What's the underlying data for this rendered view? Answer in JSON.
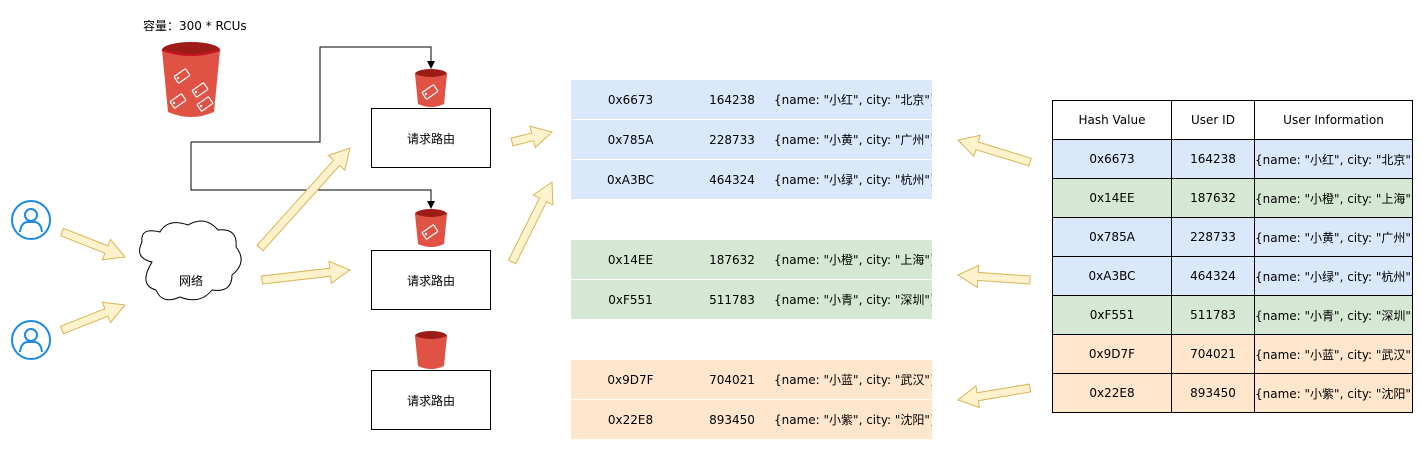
{
  "capacity_label": "容量：300 * RCUs",
  "network_label": "网络",
  "router_label": "请求路由",
  "partitions": [
    {
      "color": "#dae8fc",
      "rows": [
        [
          "0x6673",
          "164238",
          "{name: \"小红\", city: \"北京\"}"
        ],
        [
          "0x785A",
          "228733",
          "{name: \"小黄\", city: \"广州\"}"
        ],
        [
          "0xA3BC",
          "464324",
          "{name: \"小绿\", city: \"杭州\"}"
        ]
      ]
    },
    {
      "color": "#d5e8d4",
      "rows": [
        [
          "0x14EE",
          "187632",
          "{name: \"小橙\", city: \"上海\"}"
        ],
        [
          "0xF551",
          "511783",
          "{name: \"小青\", city: \"深圳\"}"
        ]
      ]
    },
    {
      "color": "#ffe6cc",
      "rows": [
        [
          "0x9D7F",
          "704021",
          "{name: \"小蓝\", city: \"武汉\"}"
        ],
        [
          "0x22E8",
          "893450",
          "{name: \"小紫\", city: \"沈阳\"}"
        ]
      ]
    }
  ],
  "table": {
    "headers": [
      "Hash Value",
      "User ID",
      "User Information"
    ],
    "rows": [
      {
        "group": "blue",
        "cells": [
          "0x6673",
          "164238",
          "{name: \"小红\", city: \"北京\"}"
        ]
      },
      {
        "group": "green",
        "cells": [
          "0x14EE",
          "187632",
          "{name: \"小橙\", city: \"上海\"}"
        ]
      },
      {
        "group": "blue",
        "cells": [
          "0x785A",
          "228733",
          "{name: \"小黄\", city: \"广州\"}"
        ]
      },
      {
        "group": "blue",
        "cells": [
          "0xA3BC",
          "464324",
          "{name: \"小绿\", city: \"杭州\"}"
        ]
      },
      {
        "group": "green",
        "cells": [
          "0xF551",
          "511783",
          "{name: \"小青\", city: \"深圳\"}"
        ]
      },
      {
        "group": "orange",
        "cells": [
          "0x9D7F",
          "704021",
          "{name: \"小蓝\", city: \"武汉\"}"
        ]
      },
      {
        "group": "orange",
        "cells": [
          "0x22E8",
          "893450",
          "{name: \"小紫\", city: \"沈阳\"}"
        ]
      }
    ]
  },
  "colors": {
    "bucket_red": "#c7131f",
    "bucket_body": "#e05243",
    "arrow_fill": "#fff2cc",
    "arrow_stroke": "#d6b656",
    "user_icon": "#1e88e5",
    "blue": "#dae8fc",
    "green": "#d5e8d4",
    "orange": "#ffe6cc"
  },
  "icons": [
    "user-icon",
    "cloud-icon",
    "bucket-icon",
    "tag-icon",
    "fat-arrow-icon"
  ]
}
